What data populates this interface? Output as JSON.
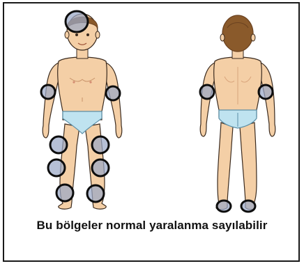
{
  "caption": "Bu bölgeler normal yaralanma sayılabilir",
  "colors": {
    "frame_border": "#1a1a1a",
    "skin": "#f4cfa6",
    "skin_shadow": "#e3b287",
    "hair": "#8a5a2b",
    "hair_dark": "#6b4220",
    "underwear": "#bfe3f0",
    "underwear_stroke": "#5a8ea6",
    "outline": "#3a2a1e",
    "marker_fill": "#9aa8c6",
    "marker_stroke": "#0d0d0d"
  },
  "figures": [
    {
      "name": "front-view",
      "markers": [
        "head",
        "left-elbow",
        "right-elbow",
        "left-thigh",
        "right-thigh",
        "left-knee",
        "right-knee",
        "left-shin",
        "right-shin"
      ]
    },
    {
      "name": "back-view",
      "markers": [
        "left-elbow",
        "right-elbow",
        "left-heel",
        "right-heel"
      ]
    }
  ]
}
